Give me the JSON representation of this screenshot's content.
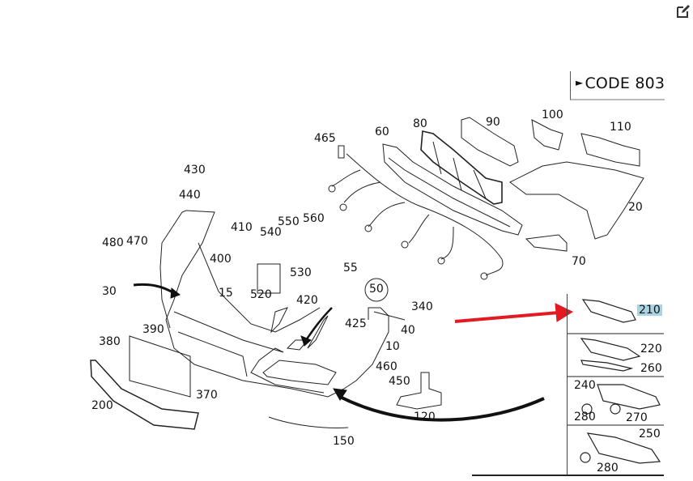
{
  "header": {
    "edit_icon": "edit-icon",
    "code_label": "CODE 803",
    "code_arrow": "arrow-right-icon"
  },
  "colors": {
    "highlight": "#a9d5e3",
    "pointer_arrow": "#e21b22",
    "line": "#111111"
  },
  "parts": {
    "p10": "10",
    "p15": "15",
    "p20": "20",
    "p30": "30",
    "p40": "40",
    "p50": "50",
    "p55": "55",
    "p60": "60",
    "p70": "70",
    "p80": "80",
    "p90": "90",
    "p100": "100",
    "p110": "110",
    "p120": "120",
    "p150": "150",
    "p200": "200",
    "p340": "340",
    "p370": "370",
    "p380": "380",
    "p390": "390",
    "p400": "400",
    "p410": "410",
    "p420": "420",
    "p425": "425",
    "p430": "430",
    "p440": "440",
    "p450": "450",
    "p460": "460",
    "p465": "465",
    "p470": "470",
    "p480": "480",
    "p520": "520",
    "p530": "530",
    "p540": "540",
    "p550": "550",
    "p560": "560"
  },
  "side_panel": {
    "rows": [
      {
        "labels": [
          "210"
        ],
        "highlighted": "210"
      },
      {
        "labels": [
          "220",
          "260"
        ]
      },
      {
        "labels": [
          "240",
          "280",
          "270"
        ]
      },
      {
        "labels": [
          "250",
          "280"
        ]
      }
    ]
  }
}
